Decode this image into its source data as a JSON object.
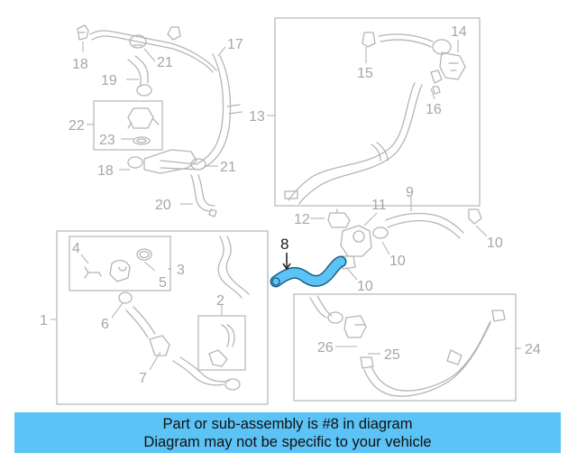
{
  "callouts": {
    "c1": "1",
    "c2": "2",
    "c3": "3",
    "c4": "4",
    "c5": "5",
    "c6": "6",
    "c7": "7",
    "c8": "8",
    "c9": "9",
    "c10a": "10",
    "c10b": "10",
    "c10c": "10",
    "c11": "11",
    "c12": "12",
    "c13": "13",
    "c14": "14",
    "c15": "15",
    "c16": "16",
    "c17": "17",
    "c18a": "18",
    "c18b": "18",
    "c19": "19",
    "c20": "20",
    "c21a": "21",
    "c21b": "21",
    "c22": "22",
    "c23": "23",
    "c24": "24",
    "c25": "25",
    "c26": "26"
  },
  "highlight": {
    "part_number": "8",
    "color": "#5bc3f6"
  },
  "banner": {
    "line1": "Part or sub-assembly is #8 in diagram",
    "line2": "Diagram may not be specific to your vehicle",
    "background": "#5bc3f6"
  }
}
